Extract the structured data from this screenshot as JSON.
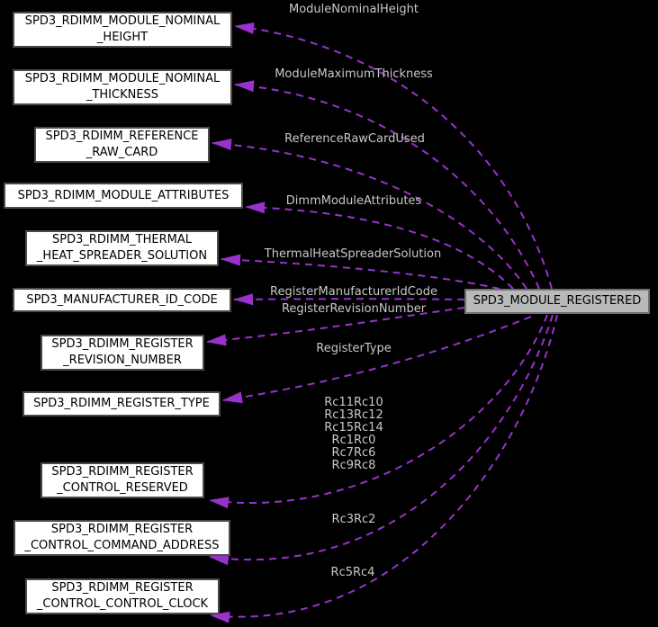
{
  "diagram": {
    "background_color": "#000000",
    "edge_color": "#9932cc",
    "edge_label_color": "#c8c8c8",
    "node_fill": "#ffffff",
    "node_border": "#4a4a4a",
    "highlight_node_fill": "#b9b9b9",
    "nodes": [
      {
        "id": "spd3-rdimm-module-nominal-height",
        "label": "SPD3_RDIMM_MODULE_NOMINAL\n_HEIGHT"
      },
      {
        "id": "spd3-rdimm-module-nominal-thickness",
        "label": "SPD3_RDIMM_MODULE_NOMINAL\n_THICKNESS"
      },
      {
        "id": "spd3-rdimm-reference-raw-card",
        "label": "SPD3_RDIMM_REFERENCE\n_RAW_CARD"
      },
      {
        "id": "spd3-rdimm-module-attributes",
        "label": "SPD3_RDIMM_MODULE_ATTRIBUTES"
      },
      {
        "id": "spd3-rdimm-thermal-heat-spreader-solution",
        "label": "SPD3_RDIMM_THERMAL\n_HEAT_SPREADER_SOLUTION"
      },
      {
        "id": "spd3-manufacturer-id-code",
        "label": "SPD3_MANUFACTURER_ID_CODE"
      },
      {
        "id": "spd3-rdimm-register-revision-number",
        "label": "SPD3_RDIMM_REGISTER\n_REVISION_NUMBER"
      },
      {
        "id": "spd3-rdimm-register-type",
        "label": "SPD3_RDIMM_REGISTER_TYPE"
      },
      {
        "id": "spd3-rdimm-register-control-reserved",
        "label": "SPD3_RDIMM_REGISTER\n_CONTROL_RESERVED"
      },
      {
        "id": "spd3-rdimm-register-control-command-address",
        "label": "SPD3_RDIMM_REGISTER\n_CONTROL_COMMAND_ADDRESS"
      },
      {
        "id": "spd3-rdimm-register-control-control-clock",
        "label": "SPD3_RDIMM_REGISTER\n_CONTROL_CONTROL_CLOCK"
      },
      {
        "id": "spd3-module-registered",
        "label": "SPD3_MODULE_REGISTERED",
        "highlighted": true
      }
    ],
    "edge_labels": [
      {
        "text": "ModuleNominalHeight"
      },
      {
        "text": "ModuleMaximumThickness"
      },
      {
        "text": "ReferenceRawCardUsed"
      },
      {
        "text": "DimmModuleAttributes"
      },
      {
        "text": "ThermalHeatSpreaderSolution"
      },
      {
        "text": "RegisterManufacturerIdCode"
      },
      {
        "text": "RegisterRevisionNumber"
      },
      {
        "text": "RegisterType"
      },
      {
        "text": "Rc11Rc10\nRc13Rc12\nRc15Rc14\nRc1Rc0\nRc7Rc6\nRc9Rc8"
      },
      {
        "text": "Rc3Rc2"
      },
      {
        "text": "Rc5Rc4"
      }
    ]
  }
}
